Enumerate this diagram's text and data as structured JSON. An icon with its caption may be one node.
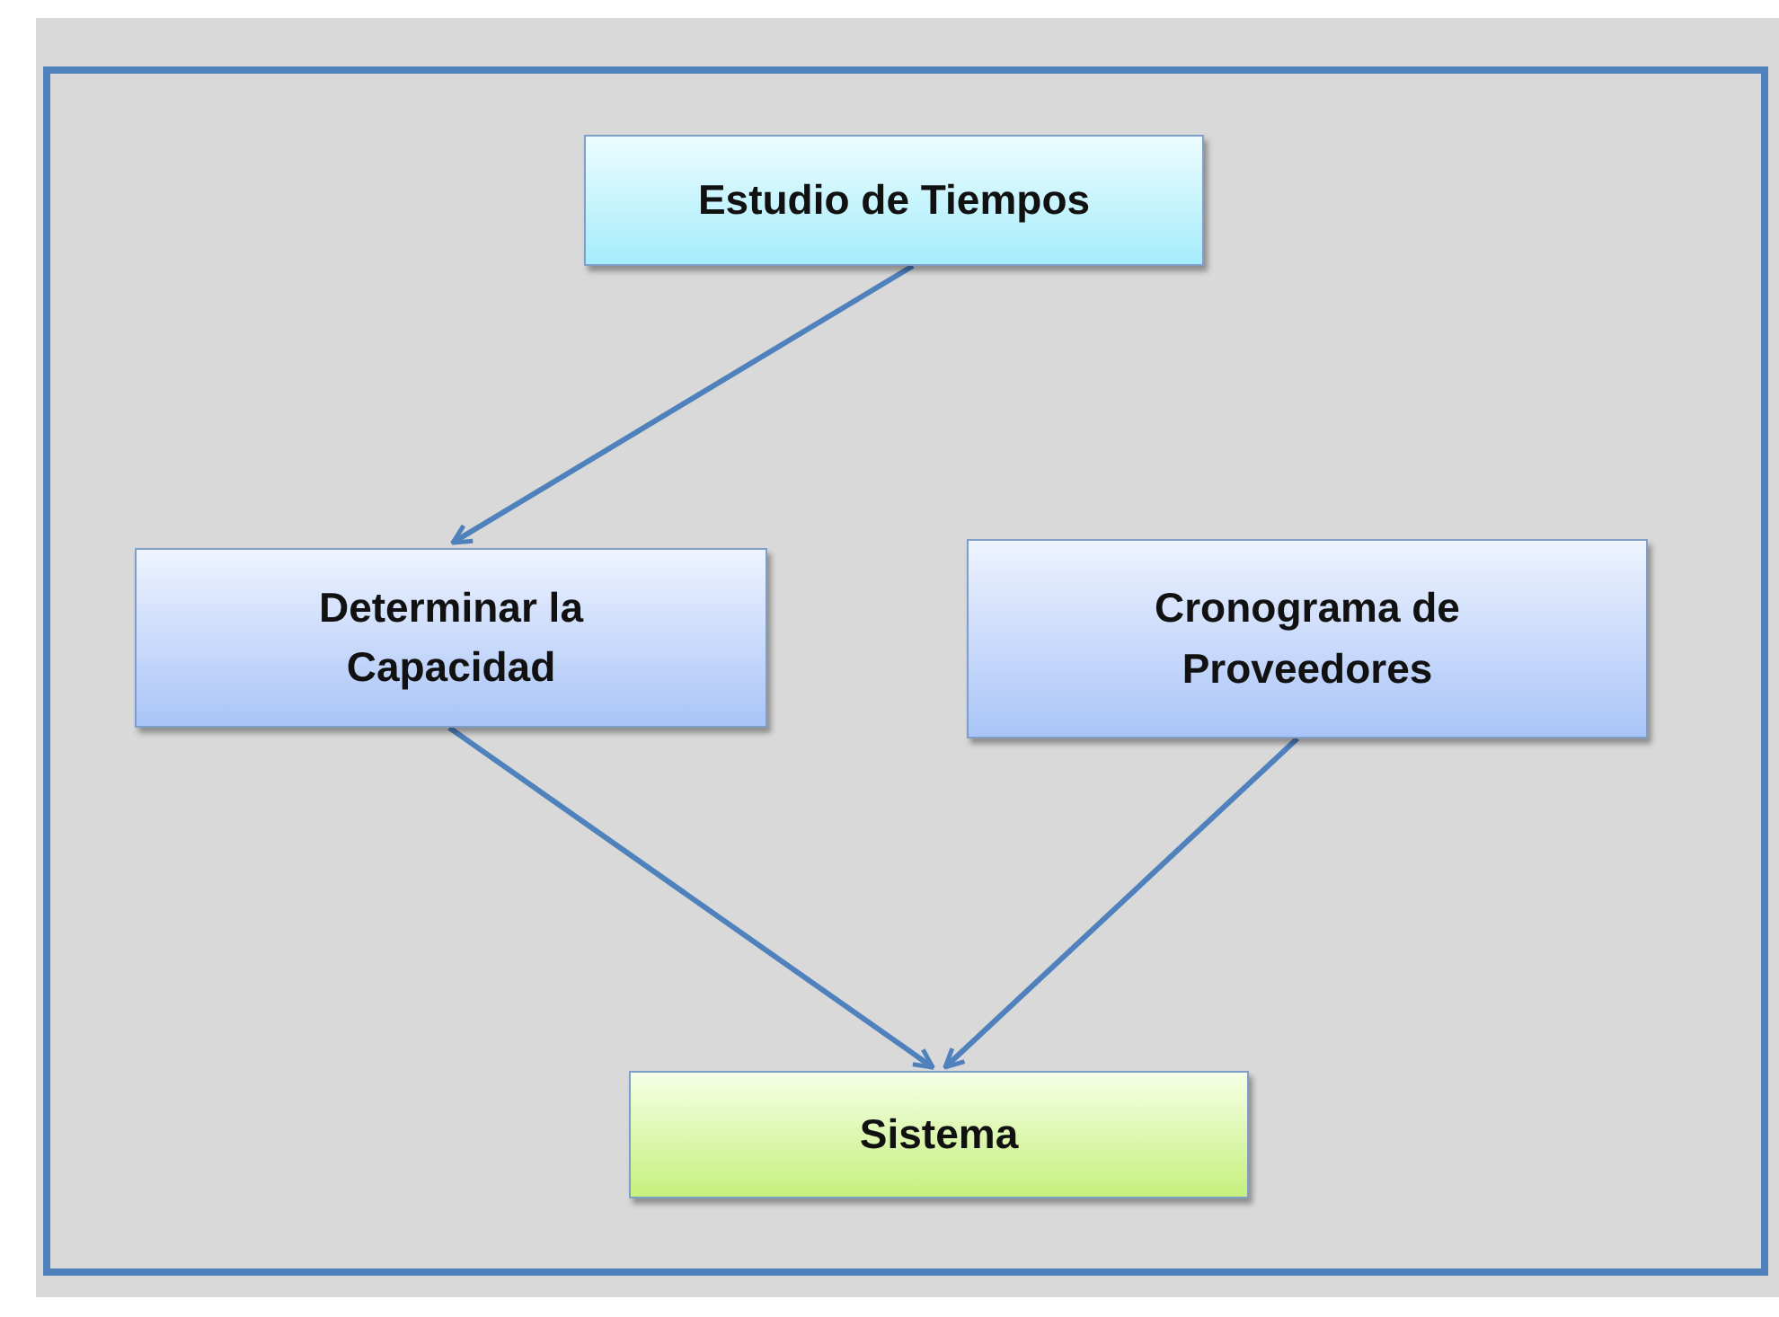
{
  "diagram": {
    "nodes": [
      {
        "text": [
          "Estudio de Tiempos"
        ]
      },
      {
        "text": [
          "Determinar la Capacidad"
        ]
      },
      {
        "text": [
          "Cronograma de Proveedores"
        ]
      },
      {
        "text": [
          "Sistema"
        ]
      }
    ],
    "edges": [
      {
        "from": 0,
        "to": 1,
        "arrow": "to"
      },
      {
        "from": 1,
        "to": 3,
        "arrow": "to"
      },
      {
        "from": 2,
        "to": 3,
        "arrow": "to"
      }
    ]
  }
}
